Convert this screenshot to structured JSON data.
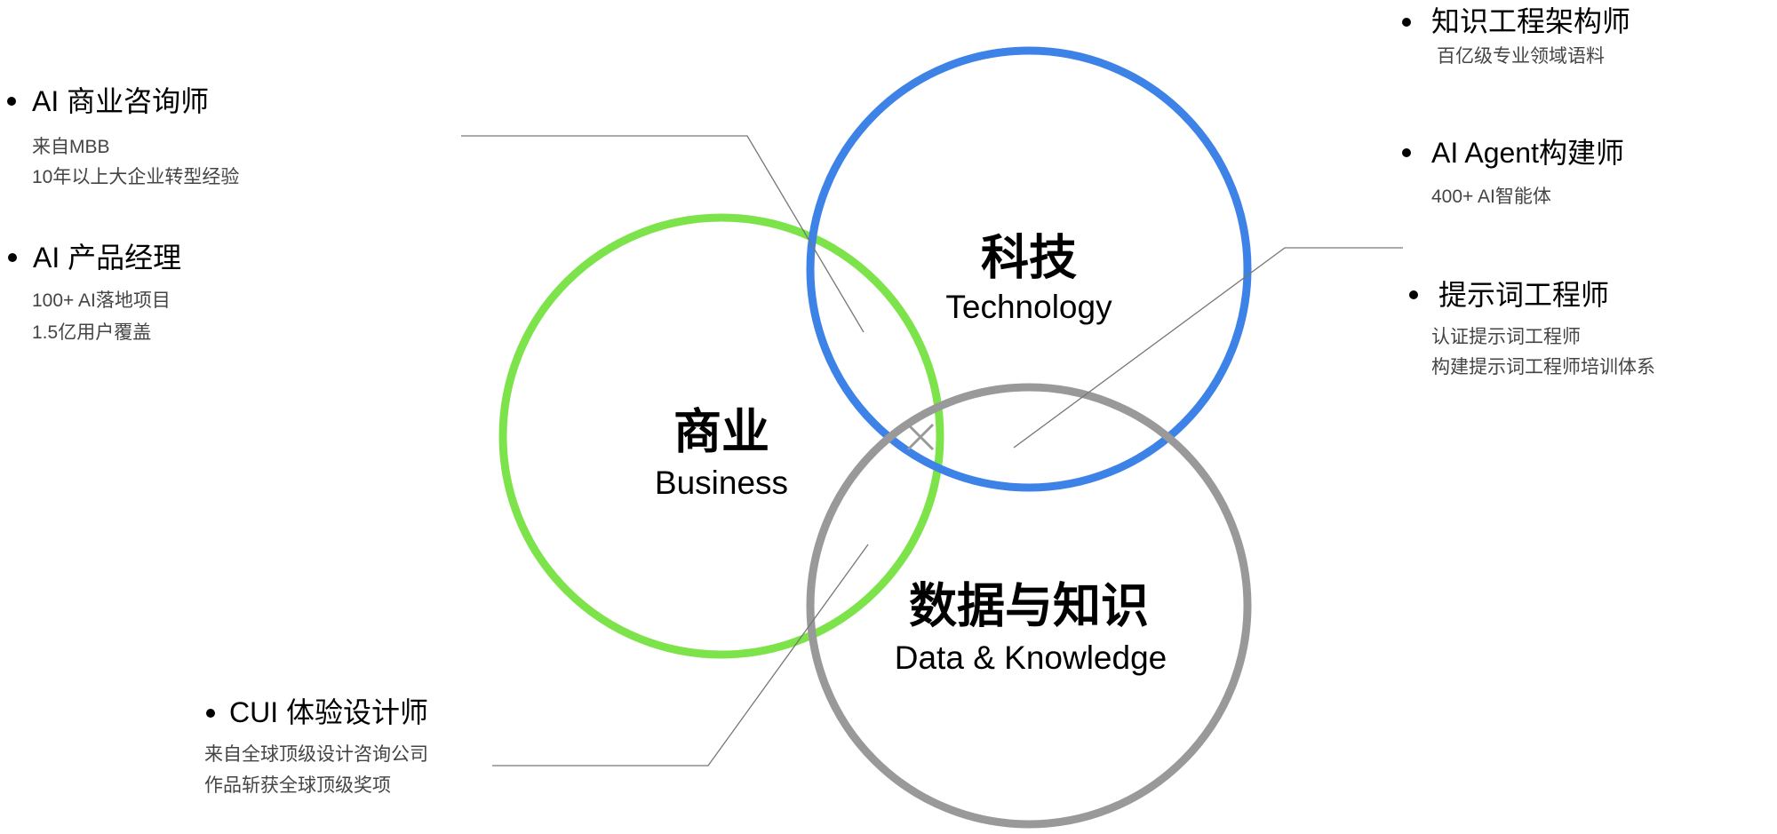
{
  "circles": [
    {
      "id": "business",
      "title": "商业",
      "subtitle": "Business",
      "color": "#7de34a"
    },
    {
      "id": "technology",
      "title": "科技",
      "subtitle": "Technology",
      "color": "#3d82e6"
    },
    {
      "id": "data",
      "title": "数据与知识",
      "subtitle": "Data & Knowledge",
      "color": "#999999"
    }
  ],
  "connector_color": "#777777",
  "roles": [
    {
      "title": "AI 商业咨询师",
      "details": [
        "来自MBB",
        "10年以上大企业转型经验"
      ]
    },
    {
      "title": "AI 产品经理",
      "details": [
        "100+ AI落地项目",
        "1.5亿用户覆盖"
      ]
    },
    {
      "title": "知识工程架构师",
      "details": [
        "百亿级专业领域语料"
      ]
    },
    {
      "title": "AI Agent构建师",
      "details": [
        "400+ AI智能体"
      ]
    },
    {
      "title": "提示词工程师",
      "details": [
        "认证提示词工程师",
        "构建提示词工程师培训体系"
      ]
    },
    {
      "title": "CUI 体验设计师",
      "details": [
        "来自全球顶级设计咨询公司",
        "作品斩获全球顶级奖项"
      ]
    }
  ]
}
